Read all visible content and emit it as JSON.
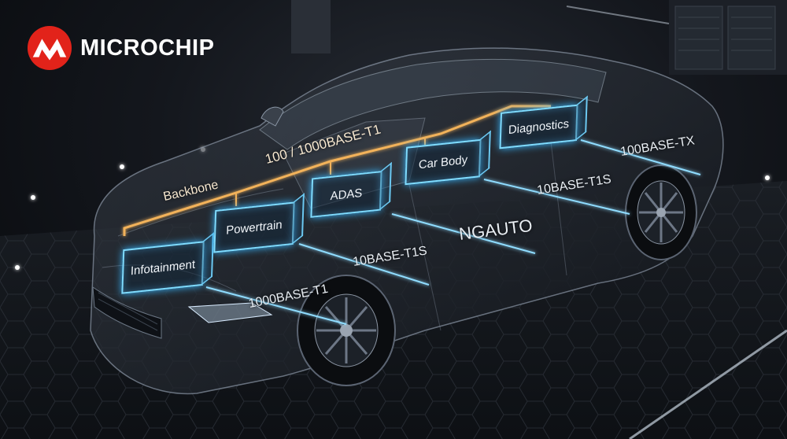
{
  "brand": {
    "name": "MICROCHIP",
    "mark_colors": {
      "red": "#e2231a",
      "white": "#ffffff"
    }
  },
  "diagram": {
    "labels": {
      "backbone": "Backbone",
      "backbone_speed": "100 / 1000BASE-T1",
      "diagnostics_link": "100BASE-TX",
      "car_body_link": "10BASE-T1S",
      "adas_link": "NGAUTO",
      "powertrain_link": "10BASE-T1S",
      "infotainment_link": "1000BASE-T1"
    },
    "modules": {
      "infotainment": "Infotainment",
      "powertrain": "Powertrain",
      "adas": "ADAS",
      "car_body": "Car Body",
      "diagnostics": "Diagnostics"
    },
    "colors": {
      "module_glow": "#39b7ff",
      "backbone_line": "#f2b25a",
      "link_line": "#8fdcff"
    }
  }
}
